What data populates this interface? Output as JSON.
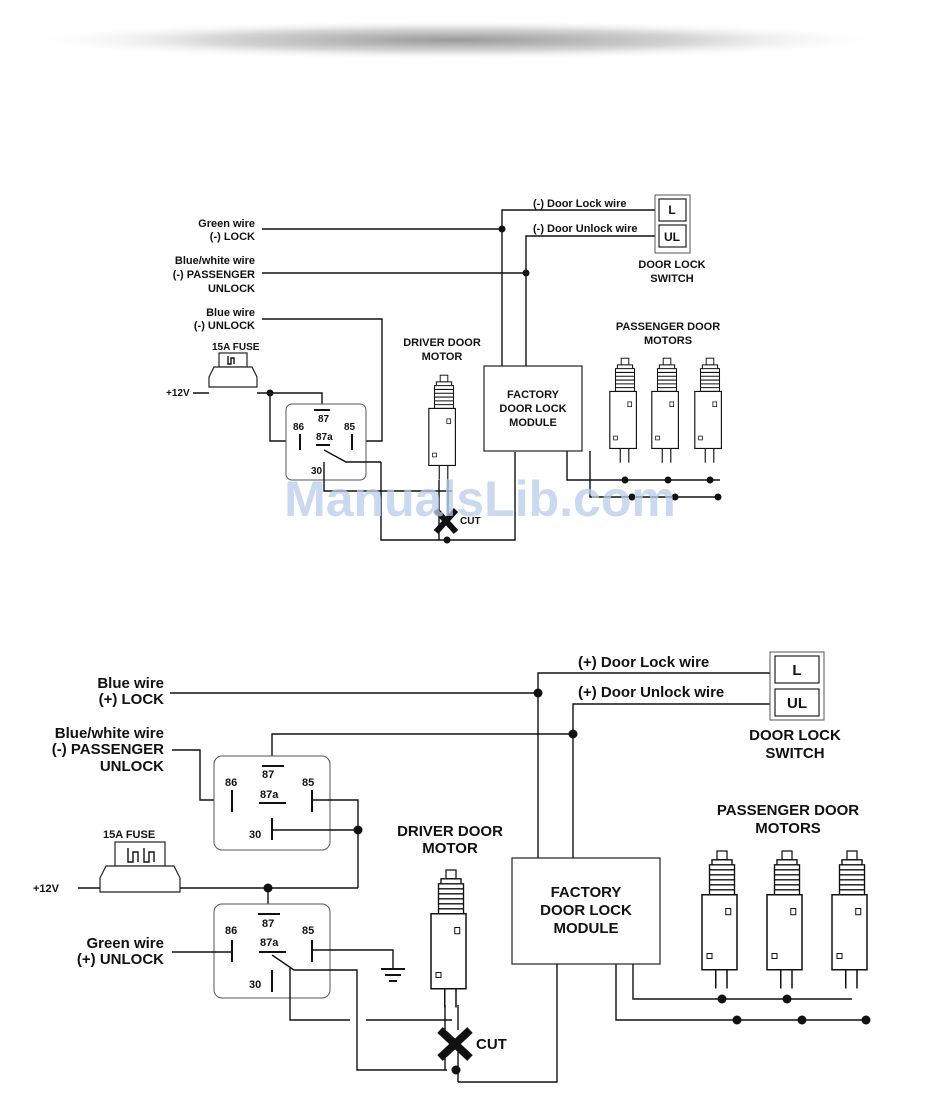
{
  "watermark": "ManualsLib.com",
  "top": {
    "wires": {
      "green": [
        "Green wire",
        "(-) LOCK"
      ],
      "bluewhite": [
        "Blue/white wire",
        "(-) PASSENGER",
        "UNLOCK"
      ],
      "blue": [
        "Blue wire",
        "(-) UNLOCK"
      ]
    },
    "fuse": "15A FUSE",
    "power": "+12V",
    "relay": {
      "p86": "86",
      "p87": "87",
      "p87a": "87a",
      "p85": "85",
      "p30": "30"
    },
    "driver_motor": [
      "DRIVER DOOR",
      "MOTOR"
    ],
    "factory_module": [
      "FACTORY",
      "DOOR LOCK",
      "MODULE"
    ],
    "passenger_motors": [
      "PASSENGER DOOR",
      "MOTORS"
    ],
    "lock_wire": "(-) Door Lock wire",
    "unlock_wire": "(-) Door Unlock wire",
    "switch": {
      "l": "L",
      "ul": "UL",
      "label": [
        "DOOR LOCK",
        "SWITCH"
      ]
    },
    "cut": "CUT"
  },
  "bottom": {
    "wires": {
      "blue": [
        "Blue wire",
        "(+) LOCK"
      ],
      "bluewhite": [
        "Blue/white wire",
        "(-) PASSENGER",
        "UNLOCK"
      ],
      "green": [
        "Green wire",
        "(+) UNLOCK"
      ]
    },
    "fuse": "15A FUSE",
    "power": "+12V",
    "relay1": {
      "p86": "86",
      "p87": "87",
      "p87a": "87a",
      "p85": "85",
      "p30": "30"
    },
    "relay2": {
      "p86": "86",
      "p87": "87",
      "p87a": "87a",
      "p85": "85",
      "p30": "30"
    },
    "driver_motor": [
      "DRIVER DOOR",
      "MOTOR"
    ],
    "factory_module": [
      "FACTORY",
      "DOOR LOCK",
      "MODULE"
    ],
    "passenger_motors": [
      "PASSENGER DOOR",
      "MOTORS"
    ],
    "lock_wire": "(+) Door Lock wire",
    "unlock_wire": "(+) Door Unlock wire",
    "switch": {
      "l": "L",
      "ul": "UL",
      "label": [
        "DOOR LOCK",
        "SWITCH"
      ]
    },
    "cut": "CUT"
  }
}
